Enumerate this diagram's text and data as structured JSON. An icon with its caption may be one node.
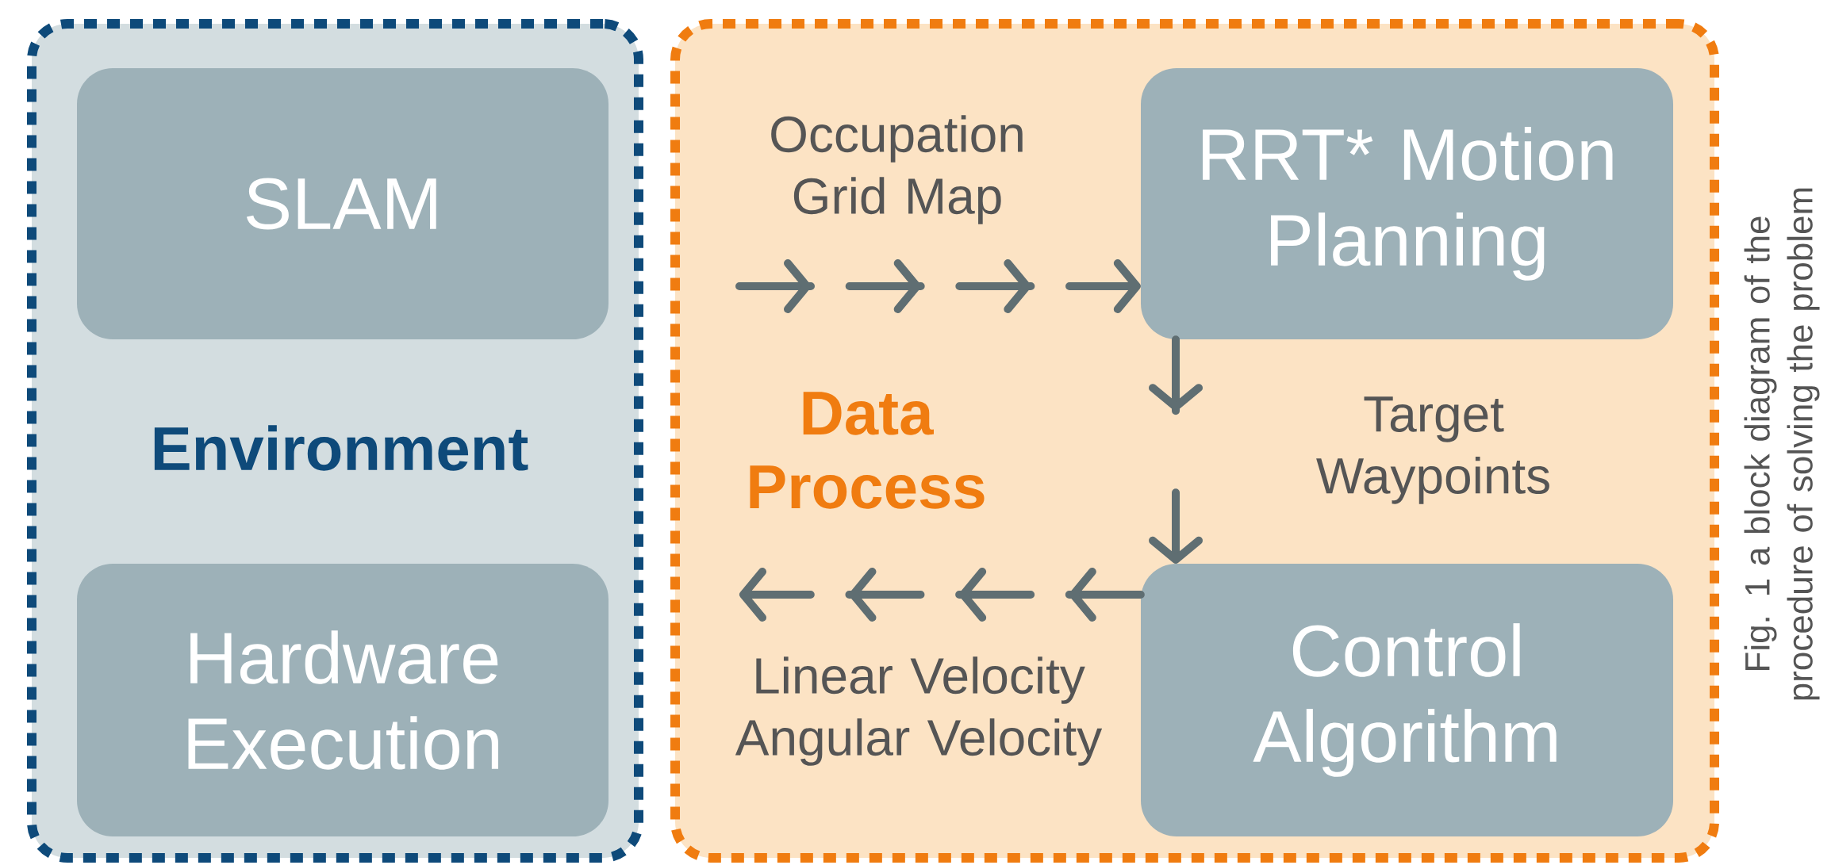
{
  "diagram": {
    "caption": "Fig. 1 a block diagram of the procedure of solving the problem",
    "nodes": [
      {
        "text": [
          "Environment"
        ]
      },
      {
        "text": [
          "SLAM"
        ],
        "in": 0
      },
      {
        "text": [
          "Hardware Execution"
        ],
        "in": 0
      },
      {
        "text": [
          "Data Process"
        ]
      },
      {
        "text": [
          "RRT* Motion Planning"
        ],
        "in": 3
      },
      {
        "text": [
          "Control Algorithm"
        ],
        "in": 3
      }
    ],
    "edges": [
      {
        "from": null,
        "to": 4,
        "arrow": "to",
        "label": "Occupation Grid Map"
      },
      {
        "from": 4,
        "to": 5,
        "arrow": "to",
        "label": "Target Waypoints"
      },
      {
        "from": 5,
        "to": null,
        "arrow": "to",
        "label": "Linear Velocity Angular Velocity"
      }
    ]
  }
}
